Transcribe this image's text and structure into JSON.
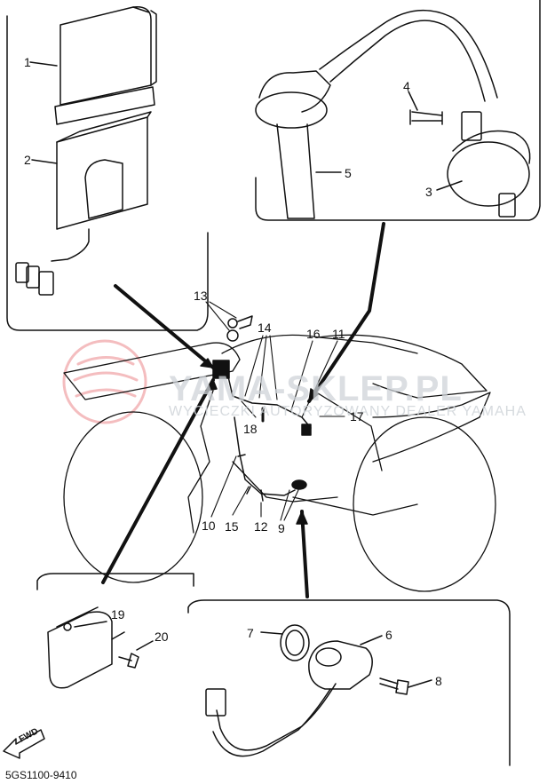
{
  "diagram": {
    "callouts": {
      "c1": "1",
      "c2": "2",
      "c3": "3",
      "c4": "4",
      "c5": "5",
      "c6": "6",
      "c7": "7",
      "c8": "8",
      "c9": "9",
      "c10": "10",
      "c11": "11",
      "c12": "12",
      "c13": "13",
      "c14": "14",
      "c15": "15",
      "c16": "16",
      "c17": "17",
      "c18": "18",
      "c19": "19",
      "c20": "20"
    },
    "fwd": "FWD",
    "doc_code": "5GS1100-9410"
  },
  "watermark": {
    "site": "YAMA-SKLEP.PL",
    "tagline": "WYCIECZKI AUTORYZOWANY DEALER YAMAHA",
    "logo_color": "#e0454b",
    "text_color": "#cfd4d9"
  },
  "colors": {
    "line": "#111111",
    "background": "#ffffff"
  }
}
